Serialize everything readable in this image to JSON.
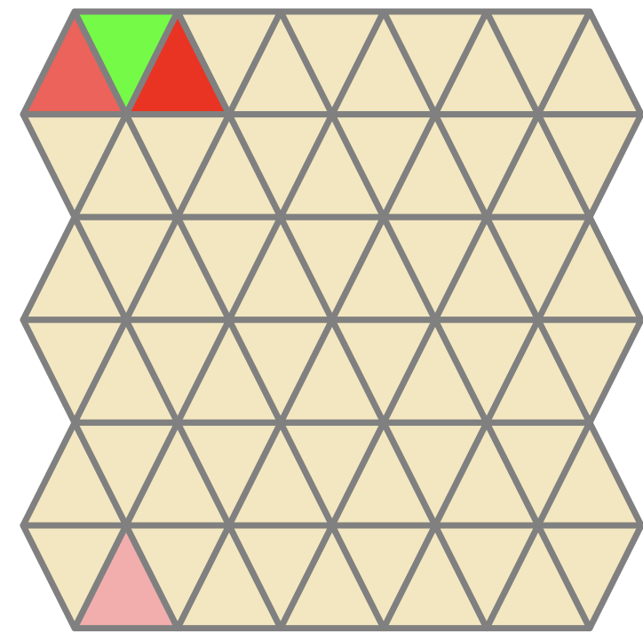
{
  "board": {
    "rows": 6,
    "triangles_per_row": 11,
    "colors": {
      "empty": "#f3e7c1",
      "grid_line": "#808080",
      "salmon": "#eb635b",
      "green": "#75fa48",
      "red": "#e93424",
      "pink": "#f2adad"
    },
    "highlighted_cells": [
      {
        "row": 0,
        "col": 0,
        "color": "salmon"
      },
      {
        "row": 0,
        "col": 1,
        "color": "green"
      },
      {
        "row": 0,
        "col": 2,
        "color": "red"
      },
      {
        "row": 5,
        "col": 1,
        "color": "pink"
      }
    ]
  }
}
